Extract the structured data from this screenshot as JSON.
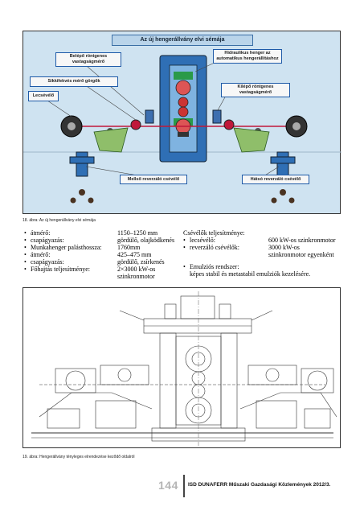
{
  "figure1": {
    "title": "Az új hengerállvány elvi sémája",
    "labels": {
      "entry_gauge": "Belépő röntgenes vastagságmérő",
      "flatness_roll": "Síkkifekvés mérő görgők",
      "uncoiler": "Lecsévélő",
      "hydraulic": "Hidraulikus henger az automatikus hengerállításhoz",
      "exit_gauge": "Kilépő röntgenes vastagságmérő",
      "front_coiler": "Mellső reverzáló csévélő",
      "rear_coiler": "Hátsó reverzáló csévélő"
    },
    "caption": "18. ábra: Az új hengerállvány elvi sémája"
  },
  "specs": {
    "left": [
      {
        "key": "átmérő:",
        "value": "1150–1250 mm"
      },
      {
        "key": "csapágyazás:",
        "value": "gördülő, olajködkenés"
      },
      {
        "key": "Munkahenger palásthossza:",
        "value": "1760mm"
      },
      {
        "key": "átmérő:",
        "value": "425–475 mm"
      },
      {
        "key": "csapágyazás:",
        "value": "gördülő, zsírkenés"
      },
      {
        "key": "Főhajtás teljesítménye:",
        "value": "2×3000 kW-os"
      },
      {
        "key": "",
        "value": "szinkronmotor"
      }
    ],
    "right_heading": "Csévélők teljesítménye:",
    "right": [
      {
        "key": "lecsévélő:",
        "value": "600 kW-os szinkronmotor"
      },
      {
        "key": "reverzáló csévélők:",
        "value": "3000 kW-os"
      },
      {
        "key": "",
        "value": "szinkronmotor egyenként"
      }
    ],
    "emulsion_heading": "Emulziós rendszer:",
    "emulsion_text": "képes stabil és metastabil emulziók kezelésére."
  },
  "figure2": {
    "caption": "19. ábra: Hengerállvány tényleges elrendezése keződő oldalról"
  },
  "footer": {
    "page_number": "144",
    "publication": "ISD DUNAFERR Műszaki Gazdasági Közlemények 2012/3."
  }
}
